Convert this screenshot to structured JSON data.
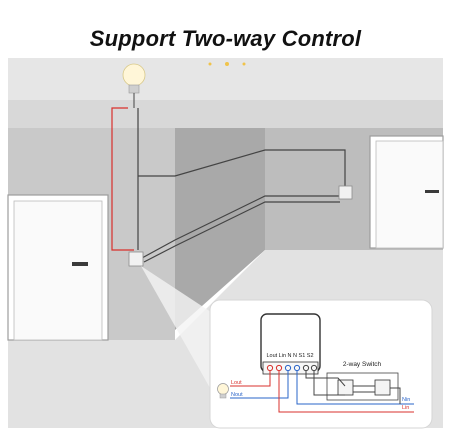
{
  "title": "Support  Two-way Control",
  "labels": {
    "terminals": "Lout Lin  N   N  S1 S2",
    "switch_box": "2-way Switch",
    "lout": "Lout",
    "nout": "Nout",
    "nin": "Nin",
    "lin": "Lin"
  },
  "colors": {
    "wall_light": "#cfcfcf",
    "wall_dark": "#b3b3b3",
    "door": "#ffffff",
    "live_wire": "#d9302c",
    "neutral_wire": "#2a64c8",
    "signal_wire": "#444444",
    "title": "#111111"
  }
}
